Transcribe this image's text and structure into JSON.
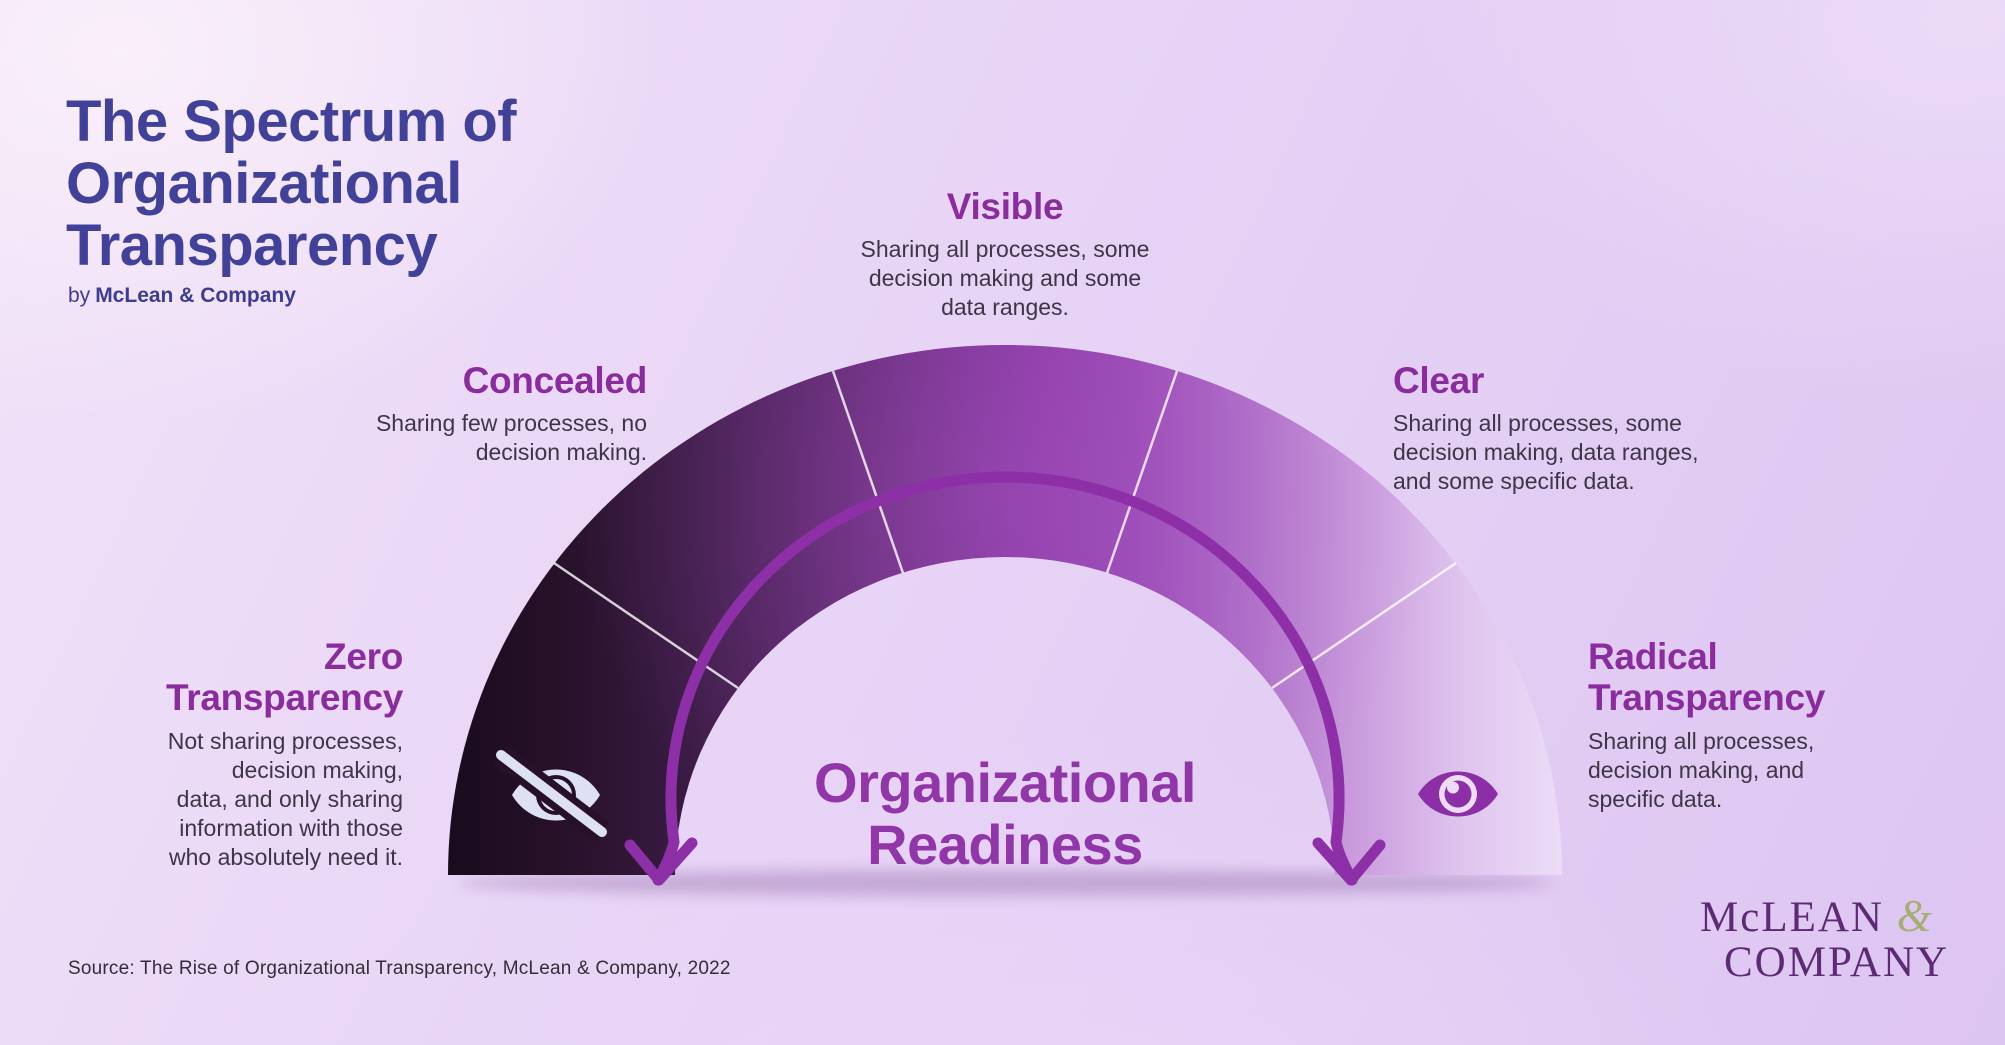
{
  "title": "The Spectrum of Organizational Transparency",
  "byline": {
    "prefix": "by",
    "author": "McLean & Company"
  },
  "gauge": {
    "center_label": "Organizational\nReadiness",
    "left_icon": "eye-off-icon",
    "right_icon": "eye-icon",
    "segment_count": 5
  },
  "stages": [
    {
      "name": "Zero\nTransparency",
      "description": "Not sharing processes,\ndecision making,\ndata, and only sharing\ninformation with those\nwho absolutely need it."
    },
    {
      "name": "Concealed",
      "description": "Sharing few processes, no\ndecision making."
    },
    {
      "name": "Visible",
      "description": "Sharing all processes, some\ndecision making and some\ndata ranges."
    },
    {
      "name": "Clear",
      "description": "Sharing all processes, some\ndecision making, data ranges,\nand some specific data."
    },
    {
      "name": "Radical\nTransparency",
      "description": "Sharing all processes,\ndecision making, and\nspecific data."
    }
  ],
  "source_note": "Source: The Rise of Organizational Transparency, McLean & Company, 2022",
  "logo": {
    "name1": "McLEAN",
    "amp": "&",
    "name2": "COMPANY"
  },
  "colors": {
    "background_lavender": "#e7d4f6",
    "title_indigo": "#41419a",
    "stage_heading_purple": "#8a2b9e",
    "body_text": "#3e3547",
    "arc_darkest": "#1a0b1e",
    "arc_bright": "#8b3aa4",
    "arc_lightest": "#ebdcf7",
    "readiness_purple": "#9136a8",
    "arrow_purple": "#8d2fa7",
    "logo_purple": "#5c2b73",
    "logo_olive": "#a7ae72"
  }
}
